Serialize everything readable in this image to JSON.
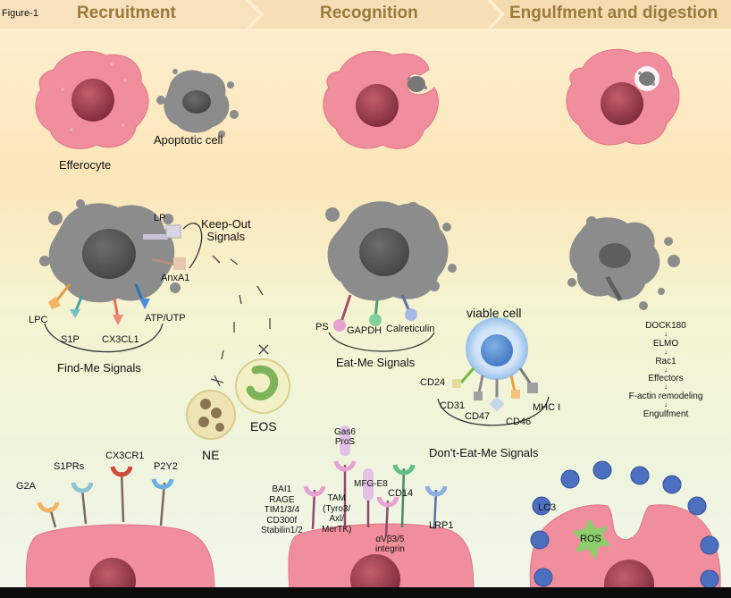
{
  "figure_label": "Figure-1",
  "stages": {
    "recruitment": "Recruitment",
    "recognition": "Recognition",
    "engulfment": "Engulfment and digestion"
  },
  "top_row": {
    "efferocyte": "Efferocyte",
    "apoptotic_cell": "Apoptotic cell"
  },
  "recruitment": {
    "lp": "LP",
    "keep_out": "Keep-Out\nSignals",
    "anxa1": "AnxA1",
    "lpc": "LPC",
    "s1p": "S1P",
    "cx3cl1": "CX3CL1",
    "atp_utp": "ATP/UTP",
    "find_me": "Find-Me Signals",
    "ne": "NE",
    "eos": "EOS"
  },
  "recognition": {
    "ps": "PS",
    "gapdh": "GAPDH",
    "calreticulin": "Calreticulin",
    "eat_me": "Eat-Me Signals",
    "viable_cell": "viable cell",
    "cd24": "CD24",
    "cd31": "CD31",
    "cd47": "CD47",
    "cd46": "CD46",
    "mhc1": "MHC I",
    "dont_eat_me": "Don't-Eat-Me Signals"
  },
  "engulfment_pathway": [
    "DOCK180",
    "ELMO",
    "Rac1",
    "Effectors",
    "F-actin remodeling",
    "Engulfment"
  ],
  "bottom_receptors": {
    "g2a": "G2A",
    "s1prs": "S1PRs",
    "cx3cr1": "CX3CR1",
    "p2y2": "P2Y2",
    "gas6_pros": "Gas6\nProS",
    "bai1_group": "BAI1\nRAGE\nTIM1/3/4\nCD300f\nStabilin1/2",
    "tam": "TAM\n(Tyro3/\nAxl/\nMerTK)",
    "mfg_e8": "MFG-E8",
    "cd14": "CD14",
    "lrp1": "LRP1",
    "integrin": "αVβ3/5\nintegrin",
    "lc3": "LC3",
    "ros": "ROS"
  },
  "colors": {
    "band_top": "#fbe9c2",
    "band_mid": "#f4f6d4",
    "header_arrow": "#f7e2bd",
    "header_text": "#9a7a3c",
    "efferocyte_pink": "#f08e9e",
    "nucleus": "#a84a58",
    "apoptotic_gray": "#8c8c8c",
    "lc3_blue": "#4c6fbf",
    "ros_green": "#8dcd6b"
  }
}
